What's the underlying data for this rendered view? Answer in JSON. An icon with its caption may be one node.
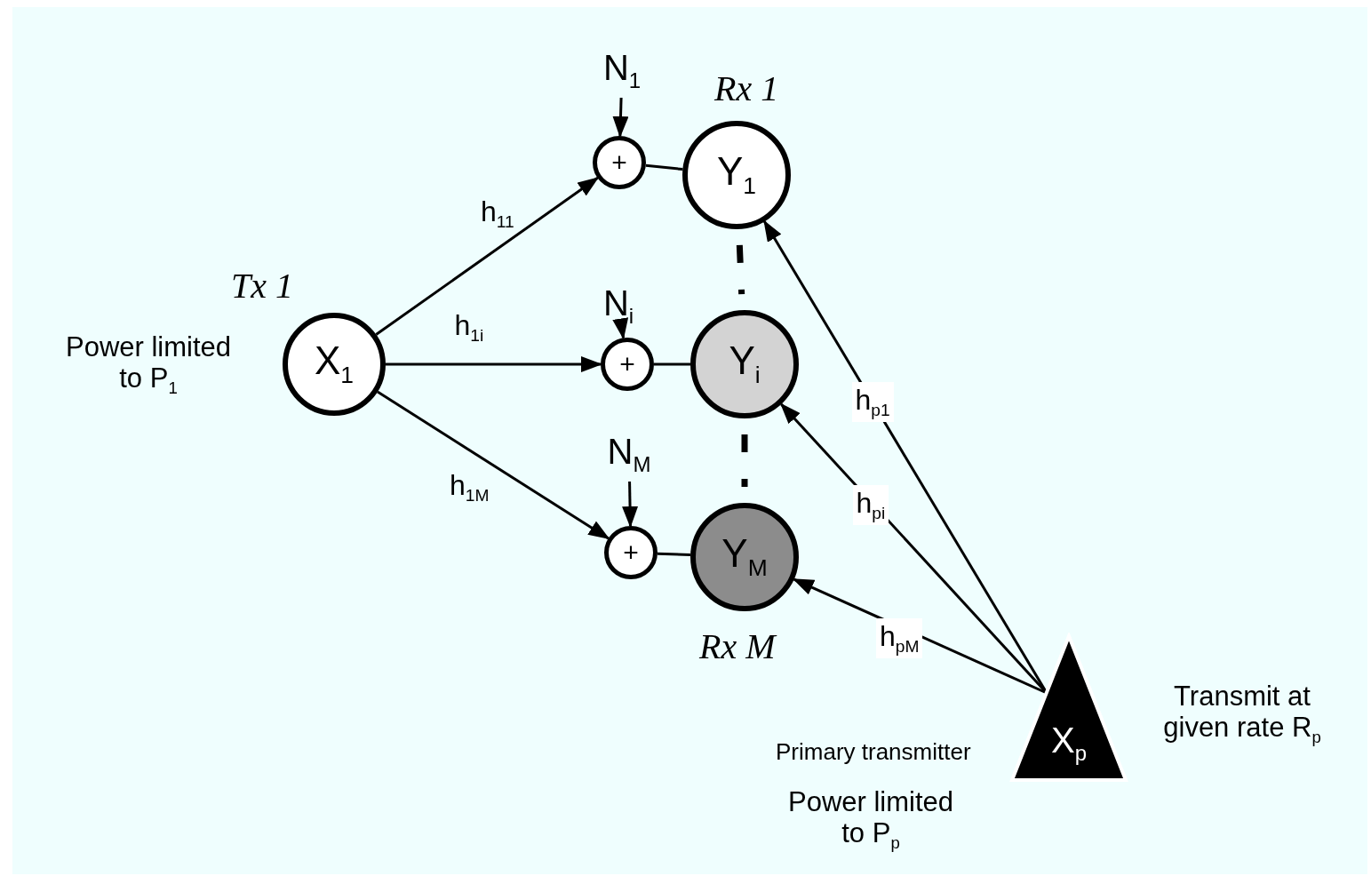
{
  "diagram": {
    "nodes": [
      {
        "text": [
          "X$_{1}$"
        ],
        "beside": [
          "Tx 1",
          "Power limited to P$_{1}$"
        ]
      },
      {
        "text": [
          "+"
        ]
      },
      {
        "text": [
          "+"
        ]
      },
      {
        "text": [
          "+"
        ]
      },
      {
        "text": [
          "Y$_{1}$"
        ],
        "beside": [
          "Rx 1"
        ]
      },
      {
        "text": [
          "Y$_{i}$"
        ]
      },
      {
        "text": [
          "Y$_{M}$"
        ],
        "beside": [
          "Rx M"
        ]
      },
      {
        "text": [
          "X$_{p}$"
        ],
        "beside": [
          "Transmit at given rate R$_{p}$",
          "Primary transmitter",
          "Power limited to P$_{p}$"
        ]
      },
      {
        "text": [
          "N$_{1}$"
        ]
      },
      {
        "text": [
          "N$_{i}$"
        ]
      },
      {
        "text": [
          "N$_{M}$"
        ]
      }
    ],
    "edges": [
      {
        "from": 0,
        "to": 1,
        "arrow": "to",
        "label": "h$_{11}$"
      },
      {
        "from": 0,
        "to": 2,
        "arrow": "to",
        "label": "h$_{1i}$"
      },
      {
        "from": 0,
        "to": 3,
        "arrow": "to",
        "label": "h$_{1M}$"
      },
      {
        "from": 8,
        "to": 1,
        "arrow": "to"
      },
      {
        "from": 9,
        "to": 2,
        "arrow": "to"
      },
      {
        "from": 10,
        "to": 3,
        "arrow": "to"
      },
      {
        "from": 1,
        "to": 4,
        "arrow": "none"
      },
      {
        "from": 2,
        "to": 5,
        "arrow": "none"
      },
      {
        "from": 3,
        "to": 6,
        "arrow": "none"
      },
      {
        "from": 4,
        "to": 5,
        "arrow": "none",
        "style": "dashed"
      },
      {
        "from": 5,
        "to": 6,
        "arrow": "none",
        "style": "dashed"
      },
      {
        "from": 7,
        "to": 4,
        "arrow": "to",
        "label": "h$_{p1}$"
      },
      {
        "from": 7,
        "to": 5,
        "arrow": "to",
        "label": "h$_{pi}$"
      },
      {
        "from": 7,
        "to": 6,
        "arrow": "to",
        "label": "h$_{pM}$"
      }
    ]
  }
}
